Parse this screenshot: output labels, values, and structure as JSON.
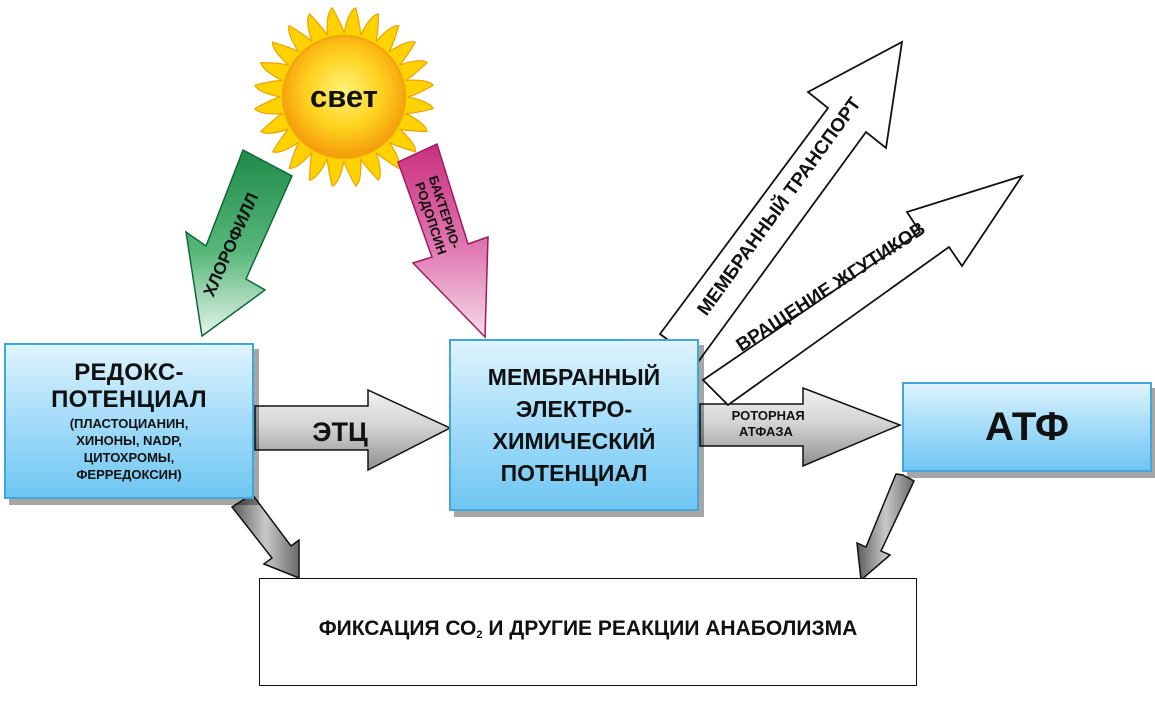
{
  "sun": {
    "label": "свет"
  },
  "arrows": {
    "chlorophyll": "ХЛОРОФИЛЛ",
    "bacteriorhodopsin_line1": "БАКТЕРИО-",
    "bacteriorhodopsin_line2": "РОДОПСИН",
    "etc": "ЭТЦ",
    "rotor_line1": "РОТОРНАЯ",
    "rotor_line2": "АТФАЗА",
    "membrane_transport": "МЕМБРАННЫЙ ТРАНСПОРТ",
    "flagella_rotation": "ВРАЩЕНИЕ ЖГУТИКОВ"
  },
  "boxes": {
    "redox": {
      "title_line1": "РЕДОКС-",
      "title_line2": "ПОТЕНЦИАЛ",
      "sub_line1": "(ПЛАСТОЦИАНИН,",
      "sub_line2": "ХИНОНЫ, NADP,",
      "sub_line3": "ЦИТОХРОМЫ,",
      "sub_line4": "ФЕРРЕДОКСИН)"
    },
    "membrane": {
      "line1": "МЕМБРАННЫЙ",
      "line2": "ЭЛЕКТРО-",
      "line3": "ХИМИЧЕСКИЙ",
      "line4": "ПОТЕНЦИАЛ"
    },
    "atp": {
      "label": "АТФ"
    },
    "fixation": {
      "pre": "ФИКСАЦИЯ СО",
      "subscript": "2",
      "post": " И ДРУГИЕ РЕАКЦИИ АНАБОЛИЗМА"
    }
  },
  "colors": {
    "sun_core": "#ffc21a",
    "sun_rays": "#ffd200",
    "chlorophyll_arrow": "#2e9d5a",
    "bacteriorhodopsin_arrow": "#d94a94",
    "box_blue": "#8fd4f6",
    "gray_arrow": "#8a8a8a"
  }
}
